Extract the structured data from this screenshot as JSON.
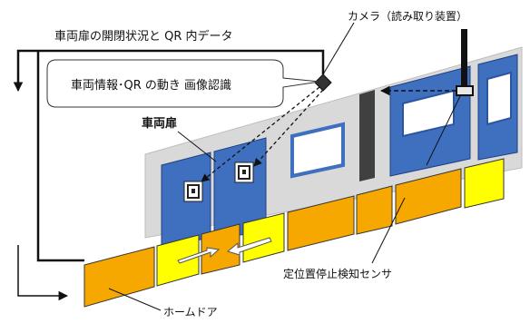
{
  "labels": {
    "door_status_qr": "車両扉の開閉状況と QR 内データ",
    "camera": "カメラ（読み取り装置）",
    "recognition": "車両情報･QR の動き 画像認識",
    "vehicle_door": "車両扉",
    "stop_sensor": "定位置停止検知センサ",
    "platform_door": "ホームドア"
  },
  "colors": {
    "train_wall": "#d9d9d9",
    "train_door_blue": "#3f6fbf",
    "window_fill": "#ffffff",
    "platform_door_orange": "#f7a800",
    "platform_door_yellow": "#ffff00",
    "pillar": "#404040",
    "line": "#111111"
  },
  "icons": {
    "camera": "camera-icon",
    "sensor": "sensor-icon",
    "qr": "qr-code-icon"
  }
}
